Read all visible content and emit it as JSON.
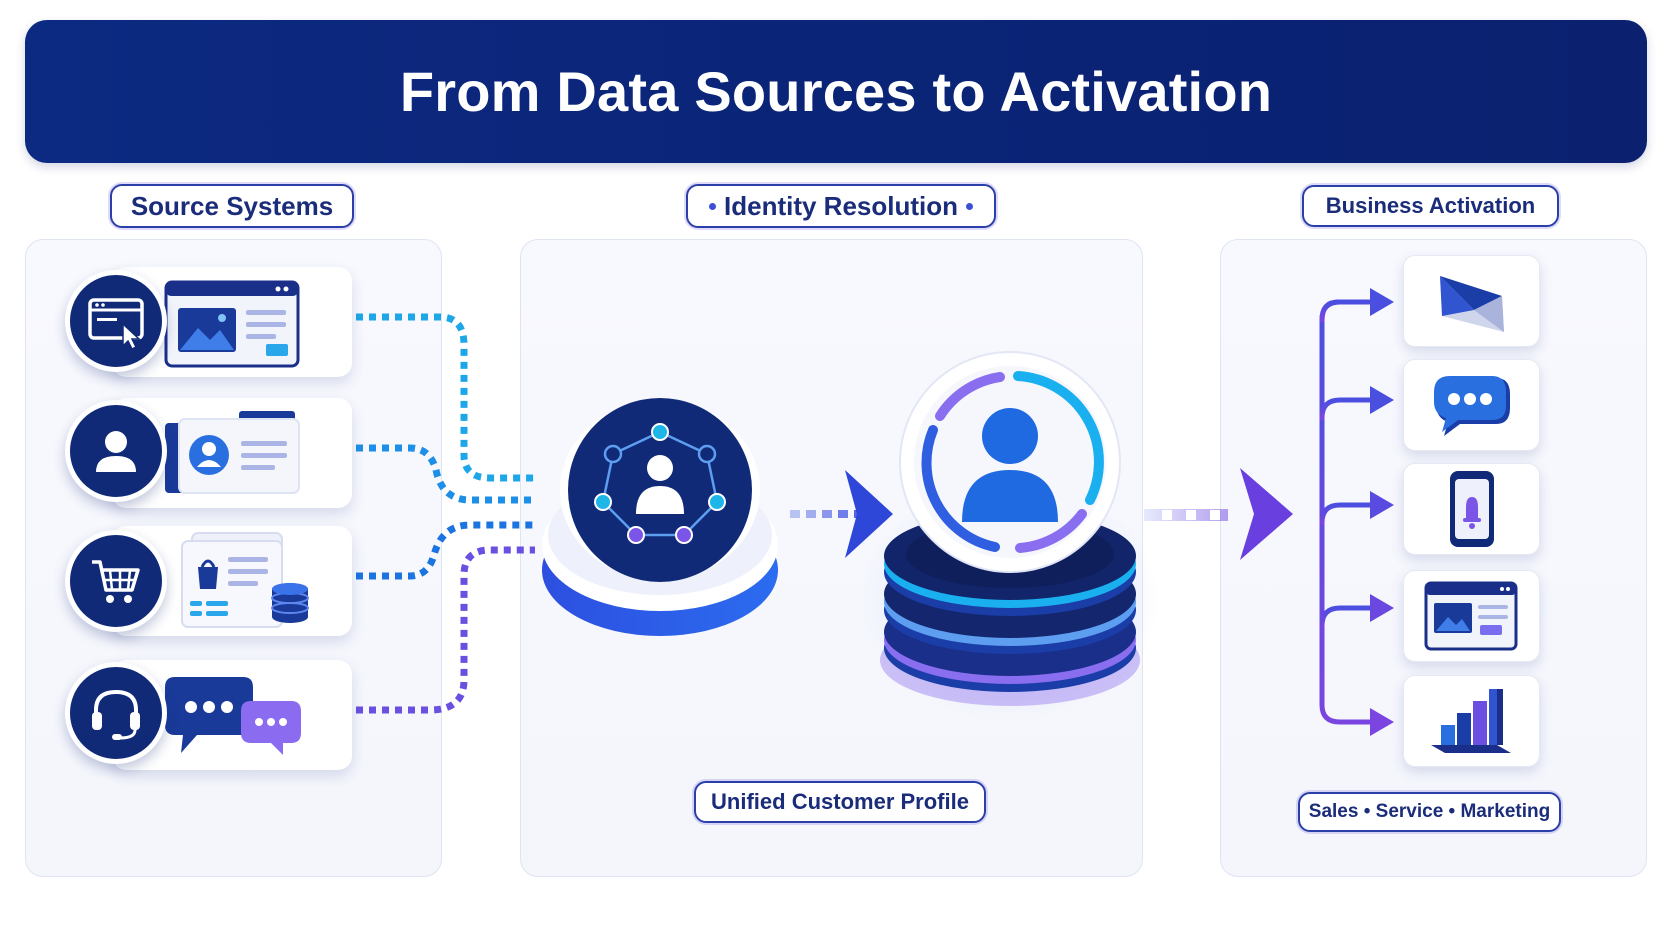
{
  "title": "From Data Sources to Activation",
  "sections": {
    "source": {
      "label": "Source Systems"
    },
    "identity": {
      "label": "Identity Resolution",
      "profile_label": "Unified Customer Profile"
    },
    "activation": {
      "label": "Business Activation",
      "footer_label": "Sales • Service • Marketing"
    }
  },
  "source_rows": [
    {
      "icon": "browser-click-icon",
      "card_icon": "web-page-icon"
    },
    {
      "icon": "user-icon",
      "card_icon": "profile-card-icon"
    },
    {
      "icon": "cart-icon",
      "card_icon": "order-database-icon"
    },
    {
      "icon": "headset-icon",
      "card_icon": "chat-bubbles-icon"
    }
  ],
  "activation_channels": [
    {
      "icon": "email-icon"
    },
    {
      "icon": "chat-icon"
    },
    {
      "icon": "mobile-notification-icon"
    },
    {
      "icon": "web-ad-icon"
    },
    {
      "icon": "bar-chart-icon"
    }
  ],
  "colors": {
    "navy": "#102a78",
    "banner": "#0b2477",
    "cyan": "#1ea7e8",
    "blue": "#2f5ee0",
    "purple": "#7d4fe0",
    "border": "#2b3fa8"
  }
}
